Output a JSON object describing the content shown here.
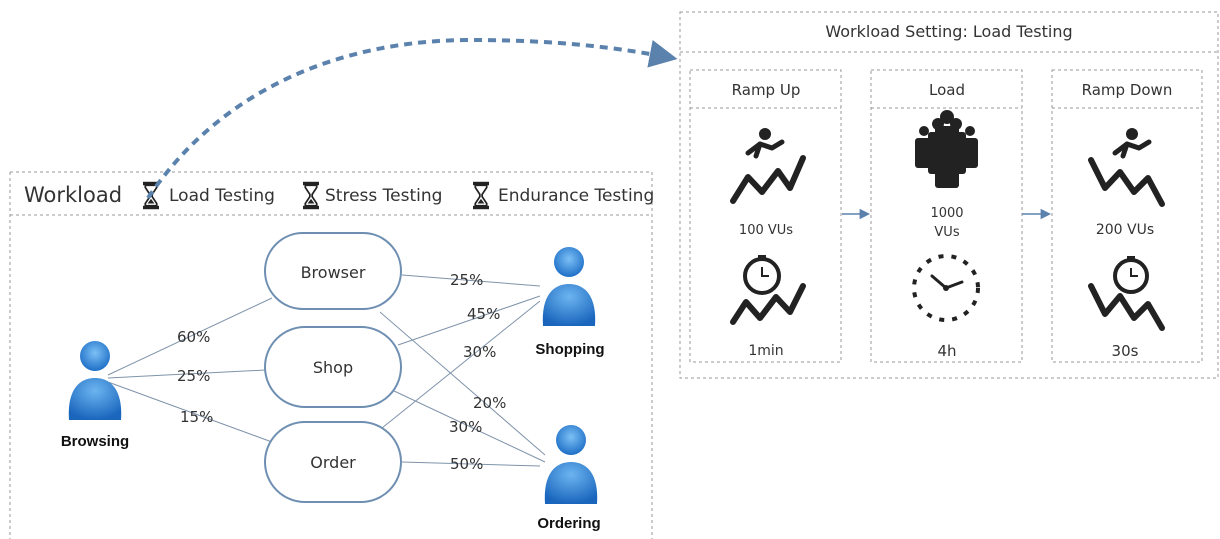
{
  "workload_panel": {
    "title": "Workload",
    "tabs": [
      {
        "label": "Load Testing",
        "icon": "hourglass-icon"
      },
      {
        "label": "Stress Testing",
        "icon": "hourglass-icon"
      },
      {
        "label": "Endurance Testing",
        "icon": "hourglass-icon"
      }
    ]
  },
  "user_groups": {
    "browsing": "Browsing",
    "shopping": "Shopping",
    "ordering": "Ordering"
  },
  "pages": {
    "browser": "Browser",
    "shop": "Shop",
    "order": "Order"
  },
  "transitions": {
    "browsing_browser": "60%",
    "browsing_shop": "25%",
    "browsing_order": "15%",
    "browser_shopping": "25%",
    "shop_shopping": "45%",
    "order_shopping": "30%",
    "browser_ordering": "20%",
    "shop_ordering": "30%",
    "order_ordering": "50%"
  },
  "setting_panel": {
    "title": "Workload Setting: Load Testing",
    "phases": [
      {
        "title": "Ramp Up",
        "users": "100 VUs",
        "duration": "1min",
        "icon": "runner-rising-icon",
        "time_icon": "stopwatch-rising-icon"
      },
      {
        "title": "Load",
        "users_line1": "1000",
        "users_line2": "VUs",
        "duration": "4h",
        "icon": "crowd-icon",
        "time_icon": "clock-icon"
      },
      {
        "title": "Ramp Down",
        "users": "200 VUs",
        "duration": "30s",
        "icon": "runner-falling-icon",
        "time_icon": "stopwatch-falling-icon"
      }
    ]
  },
  "colors": {
    "accent": "#5b82ad",
    "user_blue": "#2d7fd3",
    "border": "#9a9a9a",
    "node_stroke": "#6e8fb2"
  }
}
